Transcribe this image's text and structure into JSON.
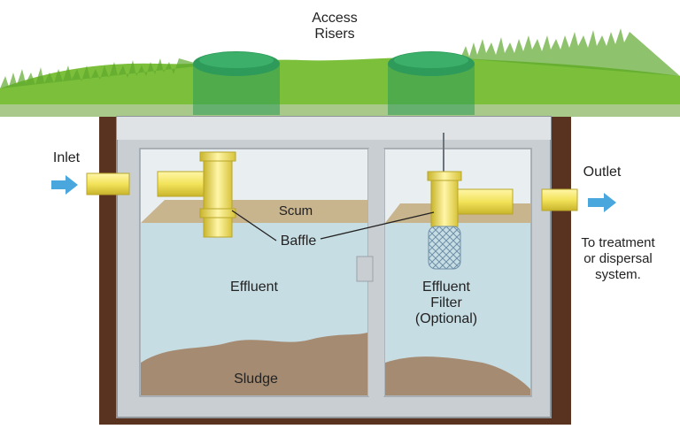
{
  "diagram": {
    "labels": {
      "access_risers": "Access\nRisers",
      "inlet": "Inlet",
      "outlet": "Outlet",
      "scum": "Scum",
      "baffle": "Baffle",
      "effluent": "Effluent",
      "effluent_filter": "Effluent\nFilter\n(Optional)",
      "sludge": "Sludge",
      "to_treatment": "To treatment\nor dispersal\nsystem."
    },
    "colors": {
      "grass": "#7bbf3a",
      "soil": "#5a3220",
      "tank_concrete": "#c9ced2",
      "effluent_water": "#c7dde4",
      "scum": "#c8b48d",
      "sludge": "#a58b72",
      "pipe": "#f2e35a",
      "riser": "#2e9b5a",
      "flow_arrow": "#4aa7dd"
    },
    "icons": [
      "flow-arrow-icon",
      "filter-mesh-icon"
    ]
  }
}
